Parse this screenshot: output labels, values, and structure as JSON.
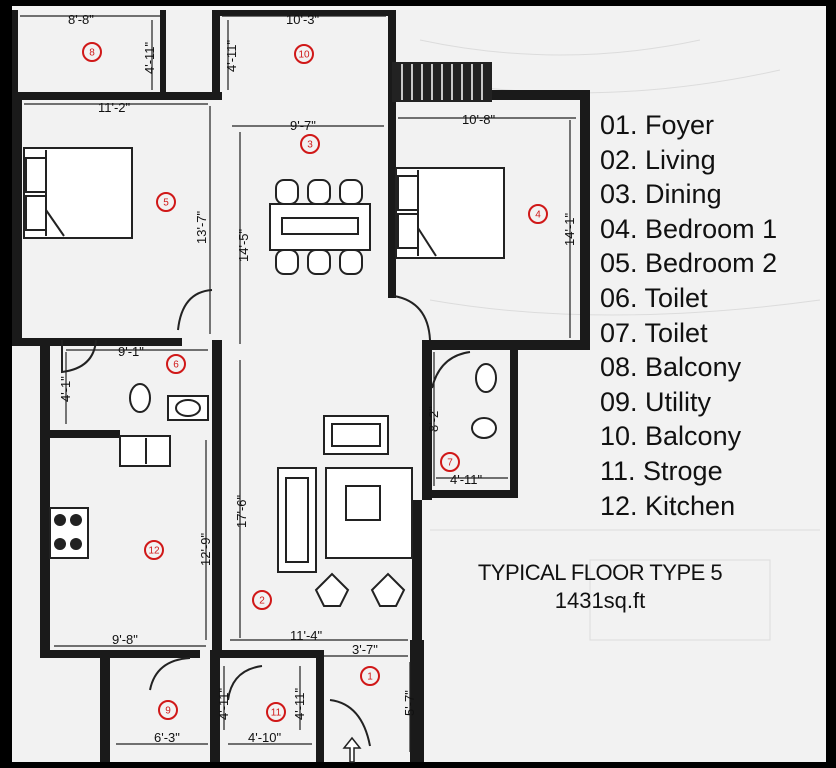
{
  "legend": [
    "01. Foyer",
    "02. Living",
    "03. Dining",
    "04. Bedroom 1",
    "05. Bedroom 2",
    "06. Toilet",
    "07. Toilet",
    "08. Balcony",
    "09. Utility",
    "10. Balcony",
    "11. Stroge",
    "12. Kitchen"
  ],
  "caption": {
    "title": "TYPICAL FLOOR  TYPE 5",
    "area": "1431sq.ft"
  },
  "room_markers": [
    "1",
    "2",
    "3",
    "4",
    "5",
    "6",
    "7",
    "8",
    "9",
    "10",
    "11",
    "12"
  ],
  "dimensions": {
    "balcony_8_width": "8'-8\"",
    "balcony_8_depth": "4'-11\"",
    "balcony_10_width": "10'-3\"",
    "balcony_10_depth": "4'-11\"",
    "bedroom2_width": "11'-2\"",
    "bedroom2_depth": "13'-7\"",
    "dining_width": "9'-7\"",
    "dining_depth": "14'-5\"",
    "bedroom1_width": "10'-8\"",
    "bedroom1_depth": "14'-1\"",
    "toilet6_width": "9'-1\"",
    "toilet6_depth": "4'-1\"",
    "toilet7_depth": "8'-2\"",
    "toilet7_width": "4'-11\"",
    "kitchen_depth": "12'-9\"",
    "kitchen_width": "9'-8\"",
    "living_depth": "17'-6\"",
    "living_width": "11'-4\"",
    "foyer_width": "3'-7\"",
    "foyer_depth": "5'-7\"",
    "utility_depth": "4'-11\"",
    "utility_width": "6'-3\"",
    "storage_depth": "4'-11\"",
    "storage_width": "4'-10\""
  },
  "colors": {
    "marker": "#d01818",
    "wall": "#1a1a1a",
    "paper": "#f2f2f2"
  },
  "icons": [
    "entry-arrow-icon",
    "bed-icon",
    "sofa-icon",
    "armchair-icon",
    "wc-icon",
    "washbasin-icon",
    "stove-icon",
    "sink-icon",
    "staircase-icon"
  ]
}
